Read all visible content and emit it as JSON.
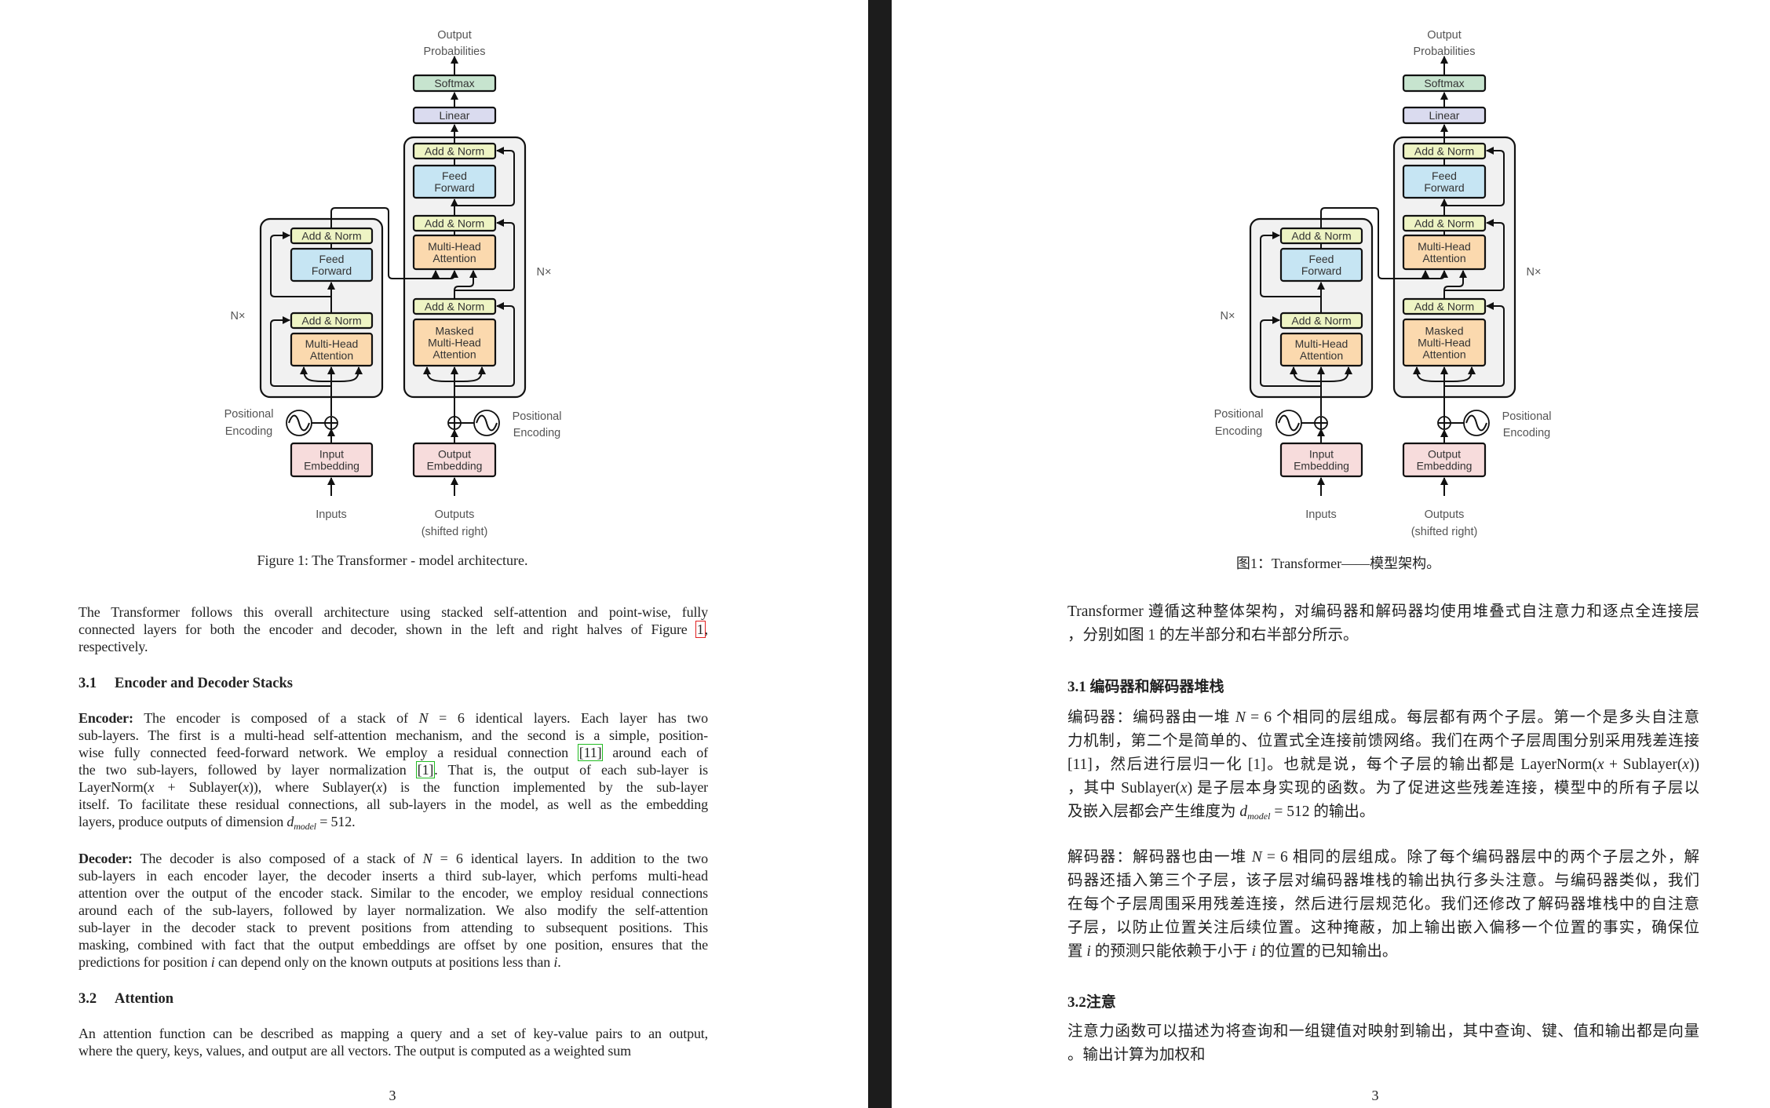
{
  "colors": {
    "add_norm": "#eef4c4",
    "feed_forward": "#c6e5f3",
    "attention": "#fbd9ae",
    "embedding": "#f7dcdc",
    "linear": "#dadbef",
    "softmax": "#c7e4cf",
    "stack_bg": "#f1f1f1",
    "separator": "#1c1c1c"
  },
  "left_page": {
    "figure": {
      "output_probabilities": [
        "Output",
        "Probabilities"
      ],
      "softmax": "Softmax",
      "linear": "Linear",
      "add_norm": "Add & Norm",
      "feed_forward": [
        "Feed",
        "Forward"
      ],
      "multi_head_attention": [
        "Multi-Head",
        "Attention"
      ],
      "masked_attention": [
        "Masked",
        "Multi-Head",
        "Attention"
      ],
      "nx": "N×",
      "positional_encoding": [
        "Positional",
        "Encoding"
      ],
      "input_embedding": [
        "Input",
        "Embedding"
      ],
      "output_embedding": [
        "Output",
        "Embedding"
      ],
      "inputs": "Inputs",
      "outputs": [
        "Outputs",
        "(shifted right)"
      ]
    },
    "caption": "Figure 1: The Transformer - model architecture.",
    "intro": [
      "The Transformer follows this overall architecture using stacked self-attention and point-wise, fully",
      [
        {
          "text": "connected layers for both the encoder and decoder, shown in the left and right halves of Figure "
        },
        {
          "text": "1",
          "style": "cite-red"
        },
        {
          "text": ","
        }
      ],
      "respectively."
    ],
    "section_31": {
      "number": "3.1",
      "title": "Encoder and Decoder Stacks"
    },
    "encoder": [
      [
        {
          "text": "Encoder:",
          "style": "b"
        },
        {
          "text": "   The encoder is composed of a stack of "
        },
        {
          "text": "N",
          "style": "i"
        },
        {
          "text": " = 6 identical layers.  Each layer has two"
        }
      ],
      "sub-layers. The first is a multi-head self-attention mechanism, and the second is a simple, position-",
      [
        {
          "text": "wise fully connected feed-forward network. We employ a residual connection "
        },
        {
          "text": "[11]",
          "style": "cite-green"
        },
        {
          "text": " around each of"
        }
      ],
      [
        {
          "text": "the two sub-layers, followed by layer normalization "
        },
        {
          "text": "[1]",
          "style": "cite-green"
        },
        {
          "text": ". That is, the output of each sub-layer is"
        }
      ],
      [
        {
          "text": "LayerNorm("
        },
        {
          "text": "x",
          "style": "i"
        },
        {
          "text": " + Sublayer("
        },
        {
          "text": "x",
          "style": "i"
        },
        {
          "text": ")), where Sublayer("
        },
        {
          "text": "x",
          "style": "i"
        },
        {
          "text": ") is the function implemented by the sub-layer"
        }
      ],
      "itself. To facilitate these residual connections, all sub-layers in the model, as well as the embedding",
      [
        {
          "text": "layers, produce outputs of dimension "
        },
        {
          "text": "d",
          "style": "i"
        },
        {
          "text": "model",
          "style": "sub"
        },
        {
          "text": " = 512."
        }
      ]
    ],
    "decoder": [
      [
        {
          "text": "Decoder:",
          "style": "b"
        },
        {
          "text": "   The decoder is also composed of a stack of "
        },
        {
          "text": "N",
          "style": "i"
        },
        {
          "text": " = 6 identical layers. In addition to the two"
        }
      ],
      "sub-layers in each encoder layer, the decoder inserts a third sub-layer, which perfoms multi-head",
      "attention over the output of the encoder stack. Similar to the encoder, we employ residual connections",
      "around each of the sub-layers, followed by layer normalization. We also modify the self-attention",
      "sub-layer in the decoder stack to prevent positions from attending to subsequent positions. This",
      "masking, combined with fact that the output embeddings are offset by one position, ensures that the",
      [
        {
          "text": "predictions for position "
        },
        {
          "text": "i",
          "style": "i"
        },
        {
          "text": " can depend only on the known outputs at positions less than "
        },
        {
          "text": "i",
          "style": "i"
        },
        {
          "text": "."
        }
      ]
    ],
    "section_32": {
      "number": "3.2",
      "title": "Attention"
    },
    "attention": [
      "An attention function can be described as mapping a query and a set of key-value pairs to an output,",
      "where the query, keys, values, and output are all vectors. The output is computed as a weighted sum"
    ],
    "page_number": "3"
  },
  "right_page": {
    "figure": {
      "output_probabilities": [
        "Output",
        "Probabilities"
      ],
      "softmax": "Softmax",
      "linear": "Linear",
      "add_norm": "Add & Norm",
      "feed_forward": [
        "Feed",
        "Forward"
      ],
      "multi_head_attention": [
        "Multi-Head",
        "Attention"
      ],
      "masked_attention": [
        "Masked",
        "Multi-Head",
        "Attention"
      ],
      "nx": "N×",
      "positional_encoding": [
        "Positional",
        "Encoding"
      ],
      "input_embedding": [
        "Input",
        "Embedding"
      ],
      "output_embedding": [
        "Output",
        "Embedding"
      ],
      "inputs": "Inputs",
      "outputs": [
        "Outputs",
        "(shifted right)"
      ]
    },
    "caption": "图1：Transformer——模型架构。",
    "intro": [
      "Transformer 遵循这种整体架构，对编码器和解码器均使用堆叠式自注意力和逐点全连接层",
      "，分别如图 1 的左半部分和右半部分所示。"
    ],
    "section_31": "3.1 编码器和解码器堆栈",
    "encoder": [
      [
        {
          "text": "编码器：编码器由一堆 "
        },
        {
          "text": "N",
          "style": "i"
        },
        {
          "text": " = 6 个相同的层组成。每层都有两个子层。第一个是多头自注意"
        }
      ],
      "力机制，第二个是简单的、位置式全连接前馈网络。我们在两个子层周围分别采用残差连接",
      [
        {
          "text": "[11]，然后进行层归一化 [1]。也就是说，每个子层的输出都是 LayerNorm("
        },
        {
          "text": "x",
          "style": "i"
        },
        {
          "text": " + Sublayer("
        },
        {
          "text": "x",
          "style": "i"
        },
        {
          "text": "))"
        }
      ],
      [
        {
          "text": "，其中 Sublayer("
        },
        {
          "text": "x",
          "style": "i"
        },
        {
          "text": ") 是子层本身实现的函数。为了促进这些残差连接，模型中的所有子层以"
        }
      ],
      [
        {
          "text": "及嵌入层都会产生维度为 "
        },
        {
          "text": "d",
          "style": "i"
        },
        {
          "text": "model",
          "style": "sub"
        },
        {
          "text": " = 512 的输出。"
        }
      ]
    ],
    "decoder": [
      [
        {
          "text": "解码器：解码器也由一堆 "
        },
        {
          "text": "N",
          "style": "i"
        },
        {
          "text": " = 6 相同的层组成。除了每个编码器层中的两个子层之外，解"
        }
      ],
      "码器还插入第三个子层，该子层对编码器堆栈的输出执行多头注意。与编码器类似，我们",
      "在每个子层周围采用残差连接，然后进行层规范化。我们还修改了解码器堆栈中的自注意",
      "子层，以防止位置关注后续位置。这种掩蔽，加上输出嵌入偏移一个位置的事实，确保位",
      [
        {
          "text": "置 "
        },
        {
          "text": "i",
          "style": "i"
        },
        {
          "text": " 的预测只能依赖于小于 "
        },
        {
          "text": "i",
          "style": "i"
        },
        {
          "text": " 的位置的已知输出。"
        }
      ]
    ],
    "section_32": "3.2注意",
    "attention": [
      "注意力函数可以描述为将查询和一组键值对映射到输出，其中查询、键、值和输出都是向量",
      "。输出计算为加权和"
    ],
    "page_number": "3"
  }
}
